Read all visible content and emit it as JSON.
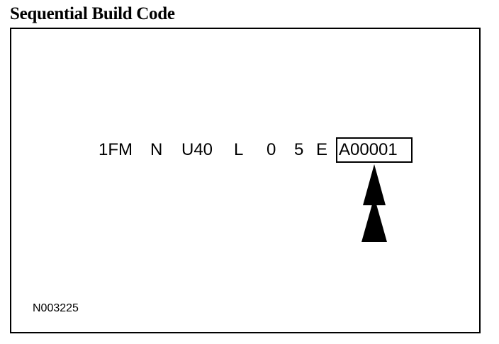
{
  "title": "Sequential Build Code",
  "vin": {
    "segments": [
      "1FM",
      "N",
      "U40",
      "L",
      "0",
      "5",
      "E"
    ],
    "highlighted": "A00001"
  },
  "figure_id": "N003225"
}
